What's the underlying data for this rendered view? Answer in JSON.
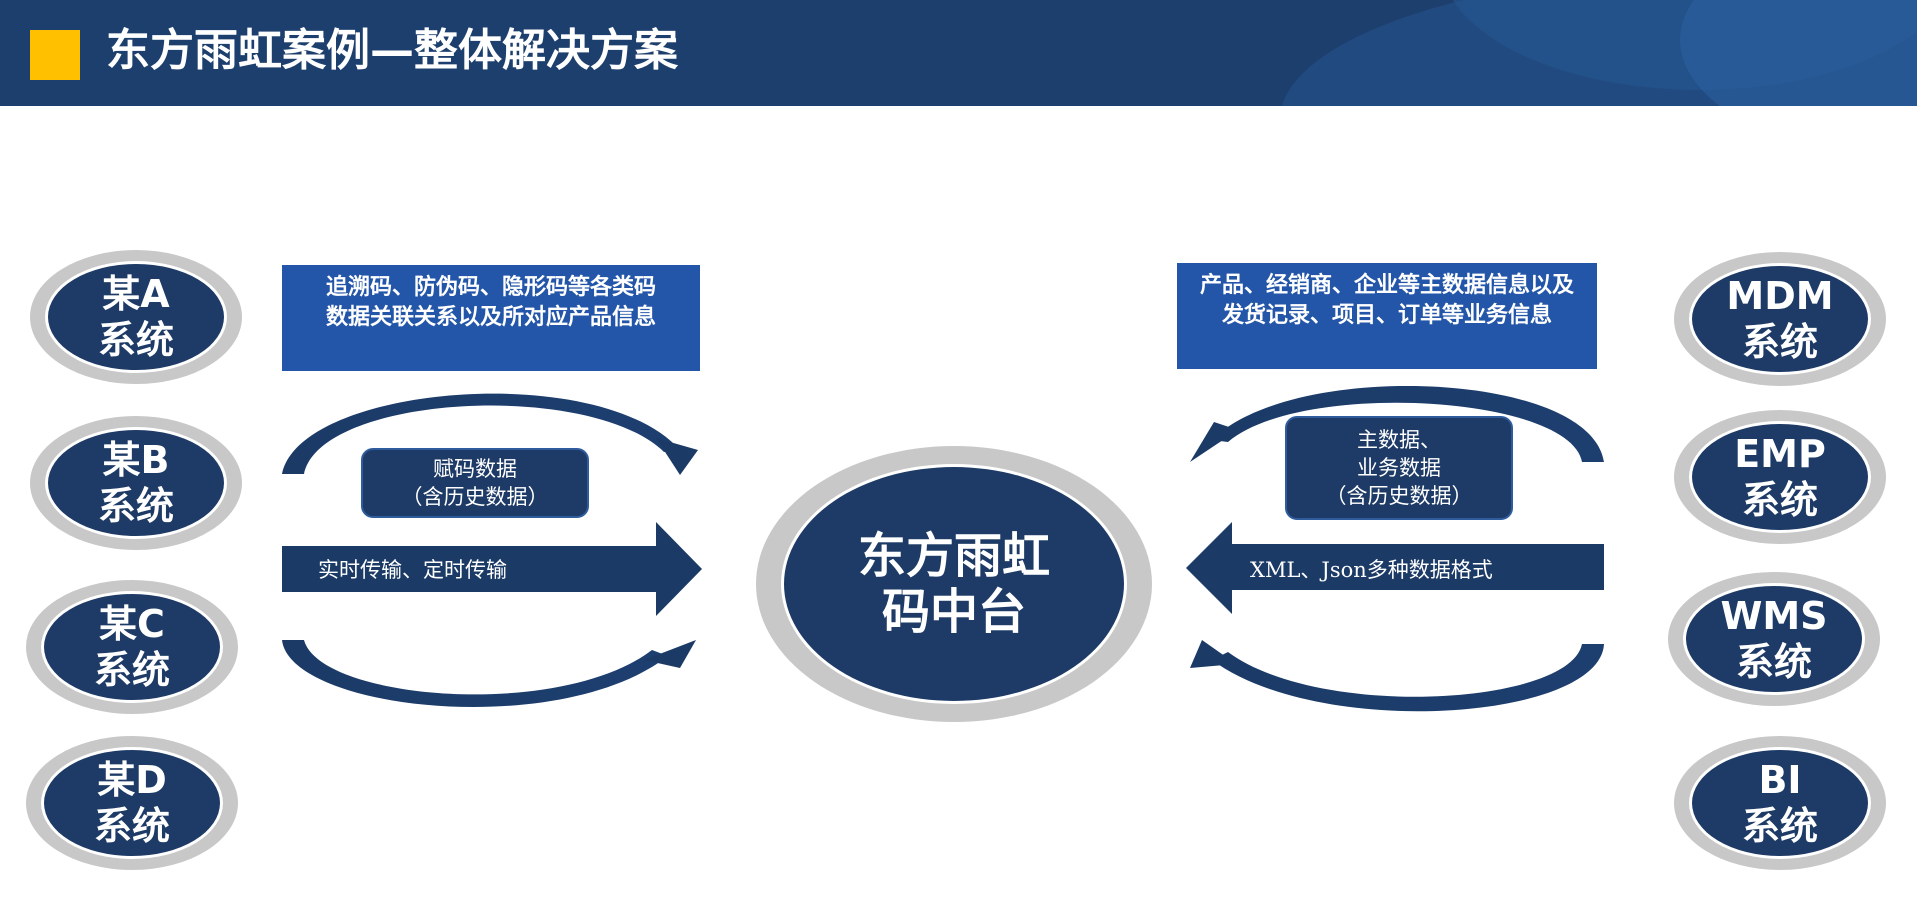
{
  "header": {
    "title": "东方雨虹案例—整体解决方案"
  },
  "left_systems": [
    {
      "line1": "某A",
      "line2": "系统"
    },
    {
      "line1": "某B",
      "line2": "系统"
    },
    {
      "line1": "某C",
      "line2": "系统"
    },
    {
      "line1": "某D",
      "line2": "系统"
    }
  ],
  "right_systems": [
    {
      "line1": "MDM",
      "line2": "系统"
    },
    {
      "line1": "EMP",
      "line2": "系统"
    },
    {
      "line1": "WMS",
      "line2": "系统"
    },
    {
      "line1": "BI",
      "line2": "系统"
    }
  ],
  "left_info": {
    "line1": "追溯码、防伪码、隐形码等各类码",
    "line2": "数据关联关系以及所对应产品信息"
  },
  "right_info": {
    "line1": "产品、经销商、企业等主数据信息以及",
    "line2": "发货记录、项目、订单等业务信息"
  },
  "left_tag": {
    "line1": "赋码数据",
    "line2": "（含历史数据）"
  },
  "right_tag": {
    "line1": "主数据、",
    "line2": "业务数据",
    "line3": "（含历史数据）"
  },
  "left_arrow_label": "实时传输、定时传输",
  "right_arrow_label": "XML、Json多种数据格式",
  "hub": {
    "line1": "东方雨虹",
    "line2": "码中台"
  },
  "colors": {
    "header_bg": "#1d3f6e",
    "accent": "#ffc000",
    "navy": "#1d3b66",
    "info_blue": "#2356a8",
    "ring_gray": "#c8c8c8"
  }
}
